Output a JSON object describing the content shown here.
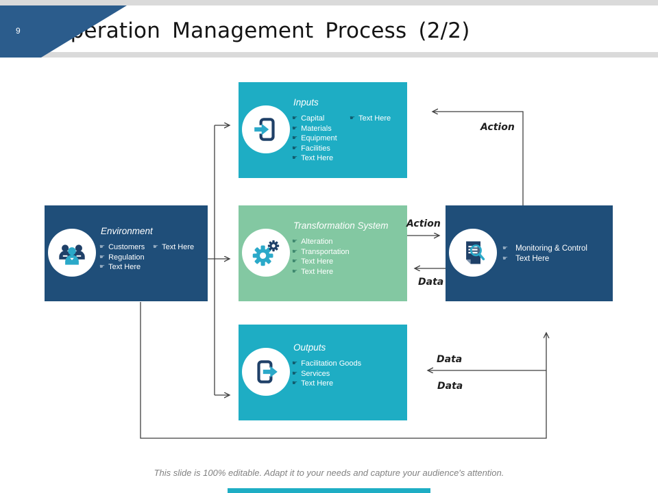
{
  "slide": {
    "number": "9",
    "title": "Operation Management Process (2/2)",
    "footer": "This slide is 100% editable. Adapt it to your needs and capture your audience's attention."
  },
  "icons": {
    "bullet": "☛"
  },
  "colors": {
    "teal": "#1EADC4",
    "green": "#83C8A2",
    "navy": "#1F4E79",
    "header_triangle": "#2B5C8C",
    "icon_navy": "#1F4068",
    "icon_teal": "#2BA9C9",
    "connector": "#3F3F3F"
  },
  "boxes": {
    "inputs": {
      "title": "Inputs",
      "icon": "login-arrow-icon",
      "col1": [
        "Capital",
        "Materials",
        "Equipment",
        "Facilities",
        "Text Here"
      ],
      "col2": [
        "Text Here"
      ]
    },
    "transformation": {
      "title": "Transformation System",
      "icon": "gears-icon",
      "col1": [
        "Alteration",
        "Transportation",
        "Text Here",
        "Text Here"
      ]
    },
    "environment": {
      "title": "Environment",
      "icon": "people-icon",
      "col1": [
        "Customers",
        "Regulation",
        "Text Here"
      ],
      "col2": [
        "Text Here"
      ]
    },
    "monitoring": {
      "icon": "document-search-icon",
      "col1": [
        "Monitoring & Control",
        "Text Here"
      ]
    },
    "outputs": {
      "title": "Outputs",
      "icon": "logout-arrow-icon",
      "col1": [
        "Facilitation Goods",
        "Services",
        "Text Here"
      ]
    }
  },
  "connector_labels": {
    "action_top": "Action",
    "action_mid": "Action",
    "data_mid": "Data",
    "data_bottom_upper": "Data",
    "data_bottom_lower": "Data"
  }
}
